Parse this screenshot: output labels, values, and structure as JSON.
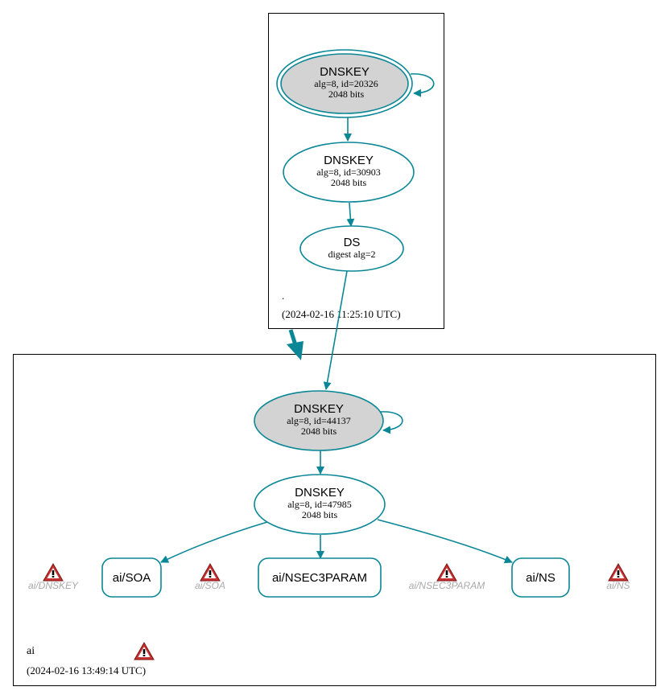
{
  "colors": {
    "edge": "#0a8796",
    "node_stroke": "#0a8796",
    "filled_node": "#d3d3d3",
    "zone_border": "#000000",
    "warning_red": "#c02020",
    "warning_label": "#a9a9a9"
  },
  "zones": {
    "root": {
      "name": ".",
      "timestamp": "(2024-02-16 11:25:10 UTC)"
    },
    "ai": {
      "name": "ai",
      "timestamp": "(2024-02-16 13:49:14 UTC)"
    }
  },
  "nodes": {
    "root_ksk": {
      "title": "DNSKEY",
      "line1": "alg=8, id=20326",
      "line2": "2048 bits"
    },
    "root_zsk": {
      "title": "DNSKEY",
      "line1": "alg=8, id=30903",
      "line2": "2048 bits"
    },
    "root_ds": {
      "title": "DS",
      "line1": "digest alg=2"
    },
    "ai_ksk": {
      "title": "DNSKEY",
      "line1": "alg=8, id=44137",
      "line2": "2048 bits"
    },
    "ai_zsk": {
      "title": "DNSKEY",
      "line1": "alg=8, id=47985",
      "line2": "2048 bits"
    },
    "ai_soa": {
      "label": "ai/SOA"
    },
    "ai_nsec3param": {
      "label": "ai/NSEC3PARAM"
    },
    "ai_ns": {
      "label": "ai/NS"
    }
  },
  "warnings": {
    "dnskey": {
      "label": "ai/DNSKEY",
      "icon": "warning-icon"
    },
    "soa": {
      "label": "ai/SOA",
      "icon": "warning-icon"
    },
    "nsec3param": {
      "label": "ai/NSEC3PARAM",
      "icon": "warning-icon"
    },
    "ns": {
      "label": "ai/NS",
      "icon": "warning-icon"
    },
    "zone": {
      "icon": "warning-icon"
    }
  }
}
